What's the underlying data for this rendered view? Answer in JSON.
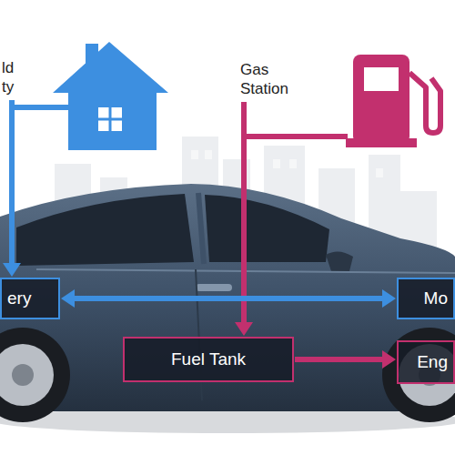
{
  "diagram": {
    "nodes": [
      {
        "text": [
          "ld ty"
        ]
      },
      {
        "text": [
          "Gas Station"
        ]
      },
      {
        "text": [
          "ery"
        ]
      },
      {
        "text": [
          "Fuel Tank"
        ]
      },
      {
        "text": [
          "Mo"
        ]
      },
      {
        "text": [
          "Eng"
        ]
      }
    ],
    "edges": [
      {
        "from": 0,
        "to": 2,
        "arrow": "to"
      },
      {
        "from": 1,
        "to": 3,
        "arrow": "to"
      },
      {
        "from": 2,
        "to": 4,
        "arrow": "both"
      },
      {
        "from": 3,
        "to": 5,
        "arrow": "to"
      }
    ]
  }
}
